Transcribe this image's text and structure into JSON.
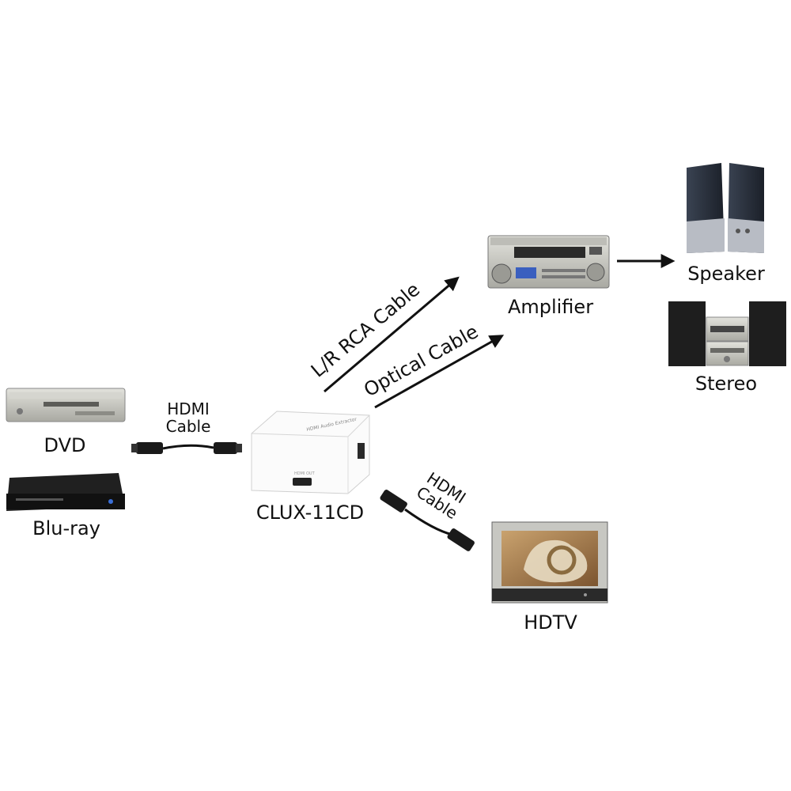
{
  "devices": {
    "dvd": "DVD",
    "bluray": "Blu-ray",
    "extractor": "CLUX-11CD",
    "amplifier": "Amplifier",
    "speaker": "Speaker",
    "stereo": "Stereo",
    "hdtv": "HDTV"
  },
  "cables": {
    "hdmi_in": [
      "HDMI",
      "Cable"
    ],
    "hdmi_out": [
      "HDMI",
      "Cable"
    ],
    "rca": "L/R RCA Cable",
    "optical": "Optical Cable"
  },
  "extractor_panel": {
    "top_text": "HDMI Audio Extractor",
    "port_label": "HDMI OUT"
  },
  "colors": {
    "ink": "#111111",
    "device_silver": "#c9c9c4",
    "device_dark": "#1f1f1f",
    "speaker_blue": "#2b3340",
    "tv_screen": "#a5794a"
  }
}
